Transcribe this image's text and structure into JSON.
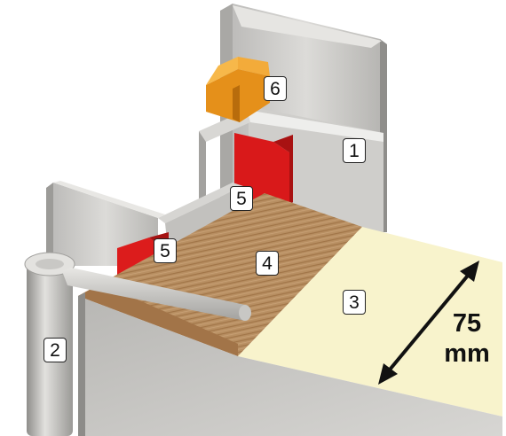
{
  "labels": {
    "frame_profile": "1",
    "hinge": "2",
    "insulation": "3",
    "wood_insert": "4",
    "seal_upper": "5",
    "seal_lower": "5",
    "latch_block": "6"
  },
  "dimension": {
    "value": "75",
    "unit": "mm"
  },
  "colors": {
    "metal": "#c9c8c6",
    "metal_dark": "#9e9d9a",
    "wood": "#b48a5e",
    "insulation": "#f7f2c8",
    "seal": "#e0201e",
    "latch": "#ee9a1e"
  }
}
